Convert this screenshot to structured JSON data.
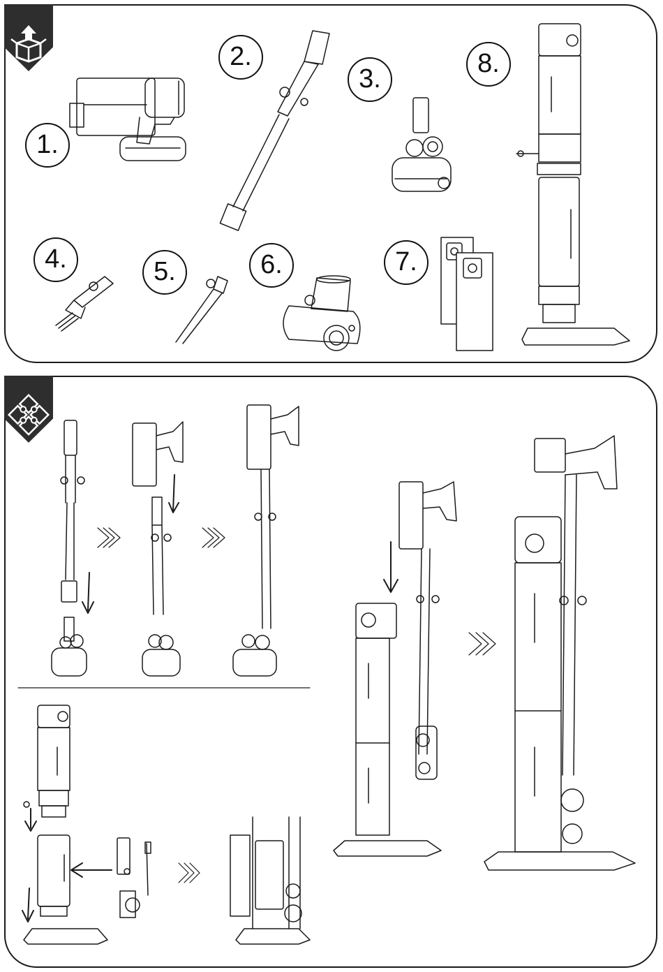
{
  "components": [
    {
      "label": "1."
    },
    {
      "label": "2."
    },
    {
      "label": "3."
    },
    {
      "label": "4."
    },
    {
      "label": "5."
    },
    {
      "label": "6."
    },
    {
      "label": "7."
    },
    {
      "label": "8."
    }
  ],
  "icons": {
    "unboxing": "box-with-up-arrow-icon",
    "assembly": "puzzle-pieces-icon",
    "step_separator": "triple-chevron-icon",
    "direction": "down-arrow-icon"
  },
  "colors": {
    "line": "#1a1a1a",
    "badge": "#2e2e2e"
  }
}
